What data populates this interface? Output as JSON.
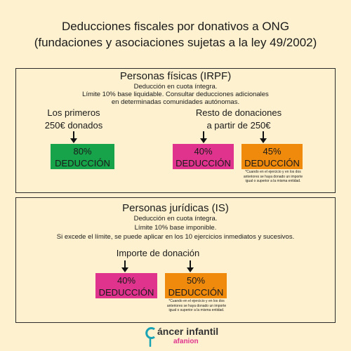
{
  "title": {
    "line1": "Deducciones fiscales por donativos a ONG",
    "line2": "(fundaciones y asociaciones sujetas a la ley 49/2002)"
  },
  "irpf": {
    "title": "Personas físicas (IRPF)",
    "lines": [
      "Deducción en cuota íntegra.",
      "Límite 10% base liquidable. Consultar deducciones adicionales",
      "en determinadas comunidades autónomas."
    ],
    "group1": {
      "line1": "Los primeros",
      "line2": "250€ donados"
    },
    "group2": {
      "line1": "Resto de donaciones",
      "line2": "a partir de 250€"
    },
    "boxes": [
      {
        "percent": "80%",
        "label": "DEDUCCIÓN",
        "color": "#17a34a"
      },
      {
        "percent": "40%",
        "label": "DEDUCCIÓN",
        "color": "#e0338e"
      },
      {
        "percent": "45%",
        "label": "DEDUCCIÓN",
        "color": "#f08a0c"
      }
    ],
    "note": "*Cuando en el ejercicio y en los dos anteriores se haya donado un importe igual o superior a la misma entidad."
  },
  "is": {
    "title": "Personas jurídicas (IS)",
    "lines": [
      "Deducción en cuota íntegra.",
      "Límite 10% base imponible.",
      "Si excede el límite, se puede aplicar en los 10 ejercicios inmediatos y sucesivos."
    ],
    "group": "Importe de donación",
    "boxes": [
      {
        "percent": "40%",
        "label": "DEDUCCIÓN",
        "color": "#e0338e"
      },
      {
        "percent": "50%",
        "label": "DEDUCCIÓN",
        "color": "#f08a0c"
      }
    ],
    "note": "*Cuando en el ejercicio y en los dos anteriores se haya donado un importe igual o superior a la misma entidad."
  },
  "logo": {
    "brand": "áncer infantil",
    "initial": "C",
    "sub": "afanion",
    "colors": {
      "teal": "#19a3b4",
      "brand_text": "#333333",
      "sub_text": "#e0338e"
    }
  },
  "colors": {
    "background": "#fdf1cf",
    "green": "#17a34a",
    "magenta": "#e0338e",
    "orange": "#f08a0c"
  }
}
